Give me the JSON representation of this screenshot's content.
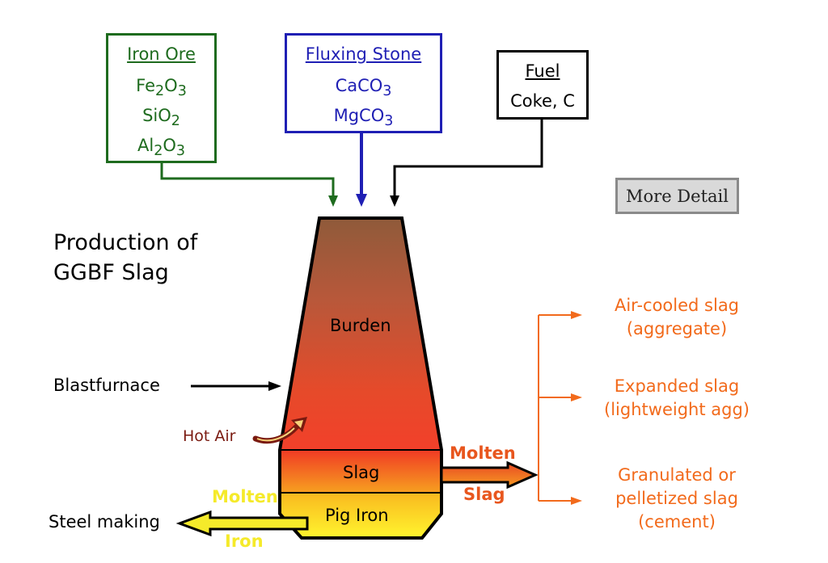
{
  "title_lines": [
    "Production of",
    "GGBF Slag"
  ],
  "inputs": {
    "iron_ore": {
      "title": "Iron Ore",
      "items": [
        "Fe2O3",
        "SiO2",
        "Al2O3"
      ],
      "color": "#1e6b1e"
    },
    "fluxing_stone": {
      "title": "Fluxing Stone",
      "items": [
        "CaCO3",
        "MgCO3"
      ],
      "color": "#1f1fb4"
    },
    "fuel": {
      "title": "Fuel",
      "items": [
        "Coke, C"
      ],
      "color": "#000000"
    }
  },
  "more_detail_button": "More Detail",
  "furnace": {
    "burden": "Burden",
    "slag": "Slag",
    "pig_iron": "Pig Iron"
  },
  "labels": {
    "blastfurnace": "Blastfurnace",
    "hot_air": "Hot Air",
    "molten_slag_top": "Molten",
    "molten_slag_bottom": "Slag",
    "molten_iron_top": "Molten",
    "molten_iron_bottom": "Iron",
    "steel_making": "Steel making"
  },
  "outputs": [
    {
      "lines": [
        "Air-cooled slag",
        "(aggregate)"
      ]
    },
    {
      "lines": [
        "Expanded slag",
        "(lightweight agg)"
      ]
    },
    {
      "lines": [
        "Granulated or",
        "pelletized slag",
        "(cement)"
      ]
    }
  ],
  "colors": {
    "output_orange": "#f26a1b",
    "molten_iron_yellow": "#f5ea2a",
    "hot_air_maroon": "#7a1a10"
  }
}
